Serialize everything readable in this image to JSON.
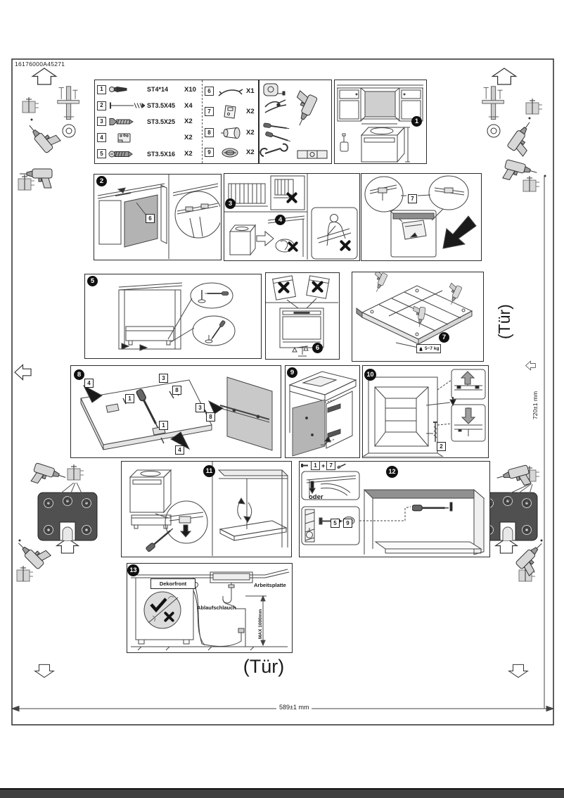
{
  "page": {
    "doc_code": "16176000A45271",
    "door_label_bottom": "(Tür)",
    "door_label_right": "(Tür)",
    "door_width_dim": "589±1 mm",
    "door_height_dim": "720±1 mm"
  },
  "parts_left": [
    {
      "num": "1",
      "spec": "ST4*14",
      "qty": "X10",
      "icon": "pan-head-screw"
    },
    {
      "num": "2",
      "spec": "ST3.5X45",
      "qty": "X4",
      "icon": "long-screw"
    },
    {
      "num": "3",
      "spec": "ST3.5X25",
      "qty": "X2",
      "icon": "countersunk-screw"
    },
    {
      "num": "4",
      "spec": "",
      "qty": "X2",
      "icon": "mounting-bracket"
    },
    {
      "num": "5",
      "spec": "ST3.5X16",
      "qty": "X2",
      "icon": "threaded-screw"
    }
  ],
  "parts_right": [
    {
      "num": "6",
      "qty": "X1",
      "icon": "fixing-strap"
    },
    {
      "num": "7",
      "qty": "X2",
      "icon": "side-bracket"
    },
    {
      "num": "8",
      "qty": "X2",
      "icon": "spacer-spool"
    },
    {
      "num": "9",
      "qty": "X2",
      "icon": "cover-cap"
    }
  ],
  "tools": {
    "names": [
      "tape-measure",
      "pliers",
      "electric-drill",
      "flat-screwdriver",
      "phillips-screwdriver",
      "wrench",
      "spirit-level"
    ]
  },
  "steps": {
    "s1": "1",
    "s2": "2",
    "s3": "3",
    "s4": "4",
    "s5": "5",
    "s6": "6",
    "s7": "7",
    "s8": "8",
    "s9": "9",
    "s10": "10",
    "s11": "11",
    "s12": "12",
    "s13": "13"
  },
  "labels": {
    "part1": "1",
    "part2": "2",
    "part3": "3",
    "part4": "4",
    "part5": "5",
    "part6": "6",
    "part7": "7",
    "part8": "8",
    "part9": "9",
    "plus": "+",
    "oder": "oder",
    "weight_range": "5~7 kg",
    "dekorfront": "Dekorfront",
    "arbeitsplatte": "Arbeitsplatte",
    "ablaufschlauch": "Ablaufschlauch",
    "max_hose_height": "MAX 1000mm"
  },
  "colors": {
    "line": "#444444",
    "panel_gray": "#b3b3b3",
    "template_plate": "#505050",
    "badge_black": "#101010"
  }
}
